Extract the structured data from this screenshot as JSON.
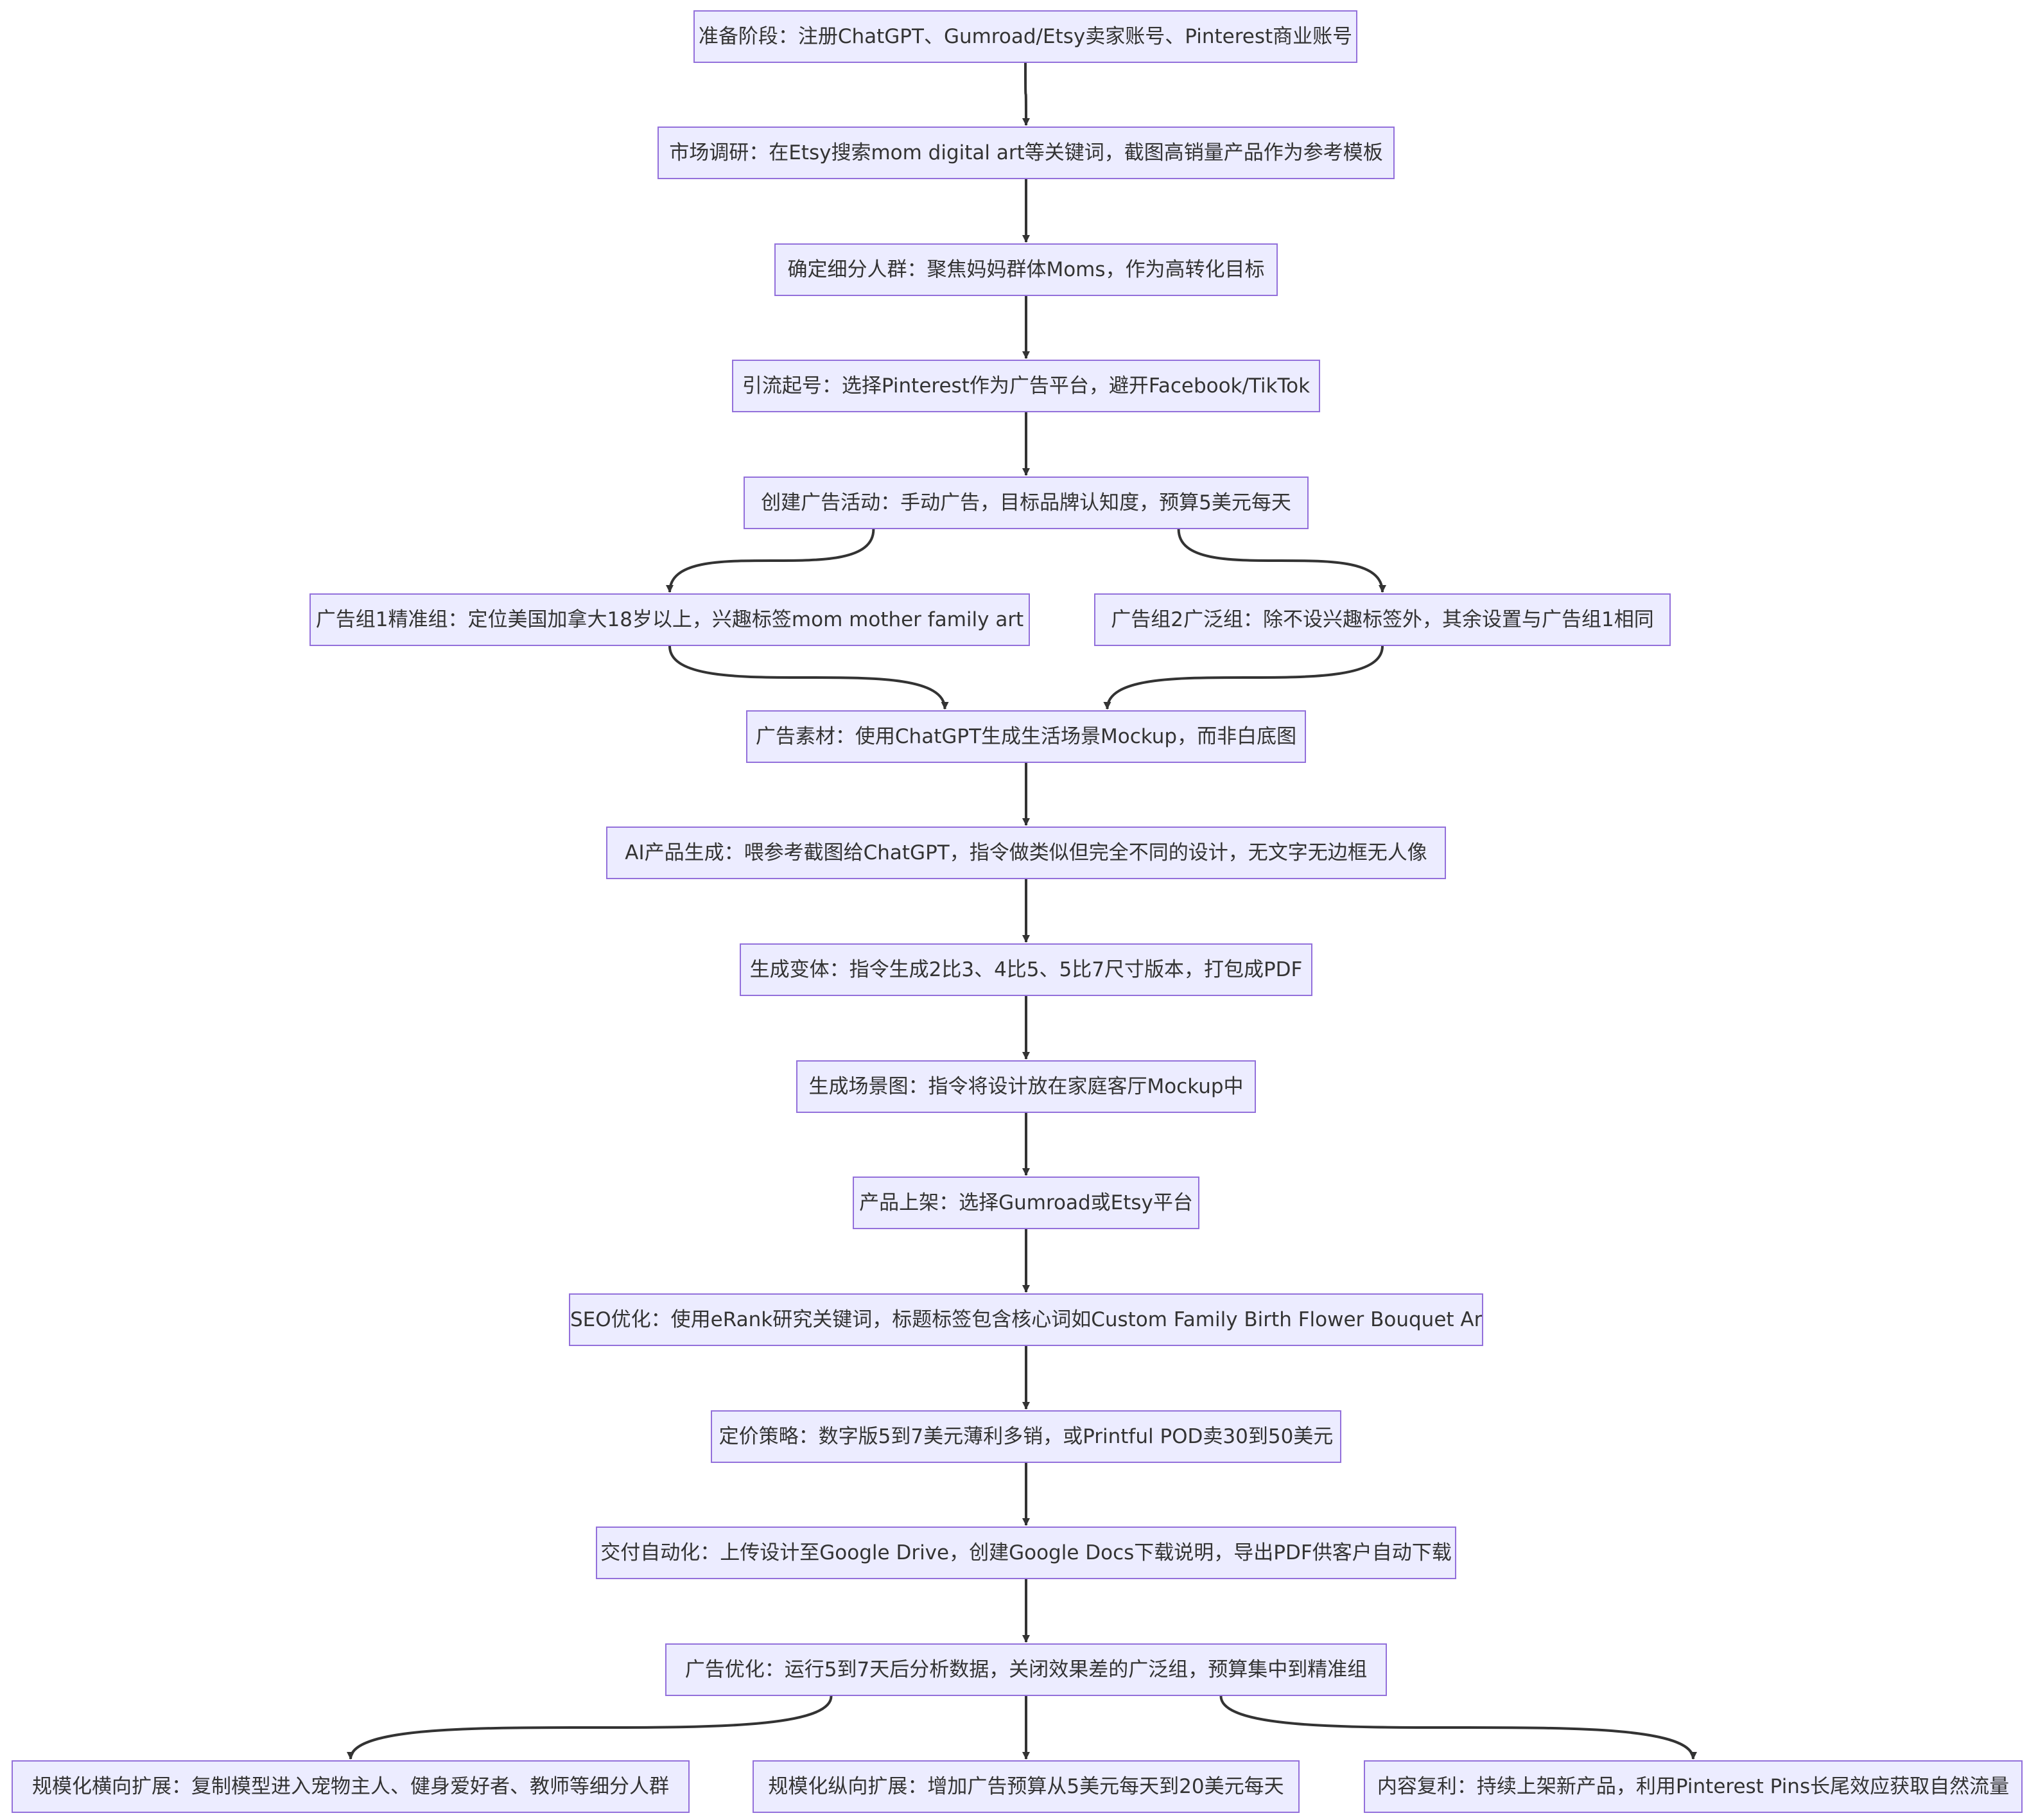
{
  "diagram": {
    "colors": {
      "node_fill": "#ececff",
      "node_border": "#9370db",
      "text": "#333333",
      "edge": "#333333"
    },
    "nodes": [
      {
        "id": "n1",
        "label": "准备阶段：注册ChatGPT、Gumroad/Etsy卖家账号、Pinterest商业账号"
      },
      {
        "id": "n2",
        "label": "市场调研：在Etsy搜索mom digital art等关键词，截图高销量产品作为参考模板"
      },
      {
        "id": "n3",
        "label": "确定细分人群：聚焦妈妈群体Moms，作为高转化目标"
      },
      {
        "id": "n4",
        "label": "引流起号：选择Pinterest作为广告平台，避开Facebook/TikTok"
      },
      {
        "id": "n5",
        "label": "创建广告活动：手动广告，目标品牌认知度，预算5美元每天"
      },
      {
        "id": "n6",
        "label": "广告组1精准组：定位美国加拿大18岁以上，兴趣标签mom mother family art"
      },
      {
        "id": "n7",
        "label": "广告组2广泛组：除不设兴趣标签外，其余设置与广告组1相同"
      },
      {
        "id": "n8",
        "label": "广告素材：使用ChatGPT生成生活场景Mockup，而非白底图"
      },
      {
        "id": "n9",
        "label": "AI产品生成：喂参考截图给ChatGPT，指令做类似但完全不同的设计，无文字无边框无人像"
      },
      {
        "id": "n10",
        "label": "生成变体：指令生成2比3、4比5、5比7尺寸版本，打包成PDF"
      },
      {
        "id": "n11",
        "label": "生成场景图：指令将设计放在家庭客厅Mockup中"
      },
      {
        "id": "n12",
        "label": "产品上架：选择Gumroad或Etsy平台"
      },
      {
        "id": "n13",
        "label": "SEO优化：使用eRank研究关键词，标题标签包含核心词如Custom Family Birth Flower Bouquet Art"
      },
      {
        "id": "n14",
        "label": "定价策略：数字版5到7美元薄利多销，或Printful POD卖30到50美元"
      },
      {
        "id": "n15",
        "label": "交付自动化：上传设计至Google Drive，创建Google Docs下载说明，导出PDF供客户自动下载"
      },
      {
        "id": "n16",
        "label": "广告优化：运行5到7天后分析数据，关闭效果差的广泛组，预算集中到精准组"
      },
      {
        "id": "n17",
        "label": "规模化横向扩展：复制模型进入宠物主人、健身爱好者、教师等细分人群"
      },
      {
        "id": "n18",
        "label": "规模化纵向扩展：增加广告预算从5美元每天到20美元每天"
      },
      {
        "id": "n19",
        "label": "内容复利：持续上架新产品，利用Pinterest Pins长尾效应获取自然流量"
      }
    ],
    "edges": [
      {
        "from": "n1",
        "to": "n2"
      },
      {
        "from": "n2",
        "to": "n3"
      },
      {
        "from": "n3",
        "to": "n4"
      },
      {
        "from": "n4",
        "to": "n5"
      },
      {
        "from": "n5",
        "to": "n6"
      },
      {
        "from": "n5",
        "to": "n7"
      },
      {
        "from": "n6",
        "to": "n8"
      },
      {
        "from": "n7",
        "to": "n8"
      },
      {
        "from": "n8",
        "to": "n9"
      },
      {
        "from": "n9",
        "to": "n10"
      },
      {
        "from": "n10",
        "to": "n11"
      },
      {
        "from": "n11",
        "to": "n12"
      },
      {
        "from": "n12",
        "to": "n13"
      },
      {
        "from": "n13",
        "to": "n14"
      },
      {
        "from": "n14",
        "to": "n15"
      },
      {
        "from": "n15",
        "to": "n16"
      },
      {
        "from": "n16",
        "to": "n17"
      },
      {
        "from": "n16",
        "to": "n18"
      },
      {
        "from": "n16",
        "to": "n19"
      }
    ]
  }
}
